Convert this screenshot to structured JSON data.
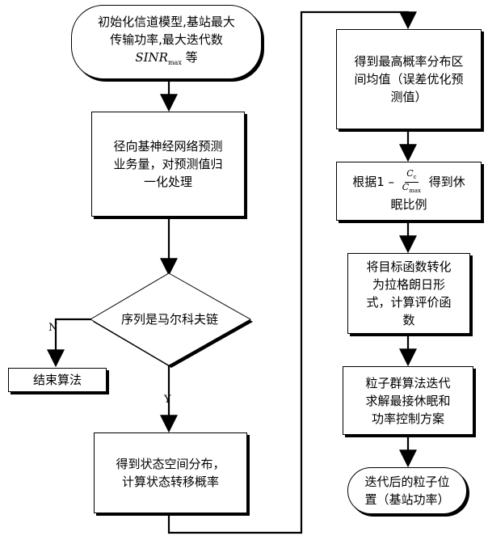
{
  "nodes": {
    "start": {
      "line1": "初始化信道模型,基站最大",
      "line2": "传输功率,最大迭代数",
      "sinr": "SINR",
      "sinr_sub": "max",
      "suffix": "等"
    },
    "rbf": {
      "line1": "径向基神经网络预测",
      "line2": "业务量，对预测值归",
      "line3": "一化处理"
    },
    "markov": {
      "text": "序列是马尔科夫链"
    },
    "end_algo": {
      "text": "结束算法"
    },
    "state": {
      "line1": "得到状态空间分布，",
      "line2": "计算状态转移概率"
    },
    "max_prob": {
      "line1": "得到最高概率分布区",
      "line2": "间均值（误差优化预",
      "line3": "测值）"
    },
    "sleep_ratio": {
      "prefix": "根据1 –",
      "num": "C",
      "num_sub": "c",
      "den": "C",
      "den_sub": "max",
      "suffix": "得到休",
      "line2": "眠比例"
    },
    "lagrange": {
      "line1": "将目标函数转化",
      "line2": "为拉格朗日形",
      "line3": "式，计算评价函",
      "line4": "数"
    },
    "pso": {
      "line1": "粒子群算法迭代",
      "line2": "求解最接休眠和",
      "line3": "功率控制方案"
    },
    "result": {
      "line1": "迭代后的粒子位",
      "line2": "置（基站功率）"
    }
  },
  "edge_labels": {
    "no": "N",
    "yes": "Y"
  }
}
